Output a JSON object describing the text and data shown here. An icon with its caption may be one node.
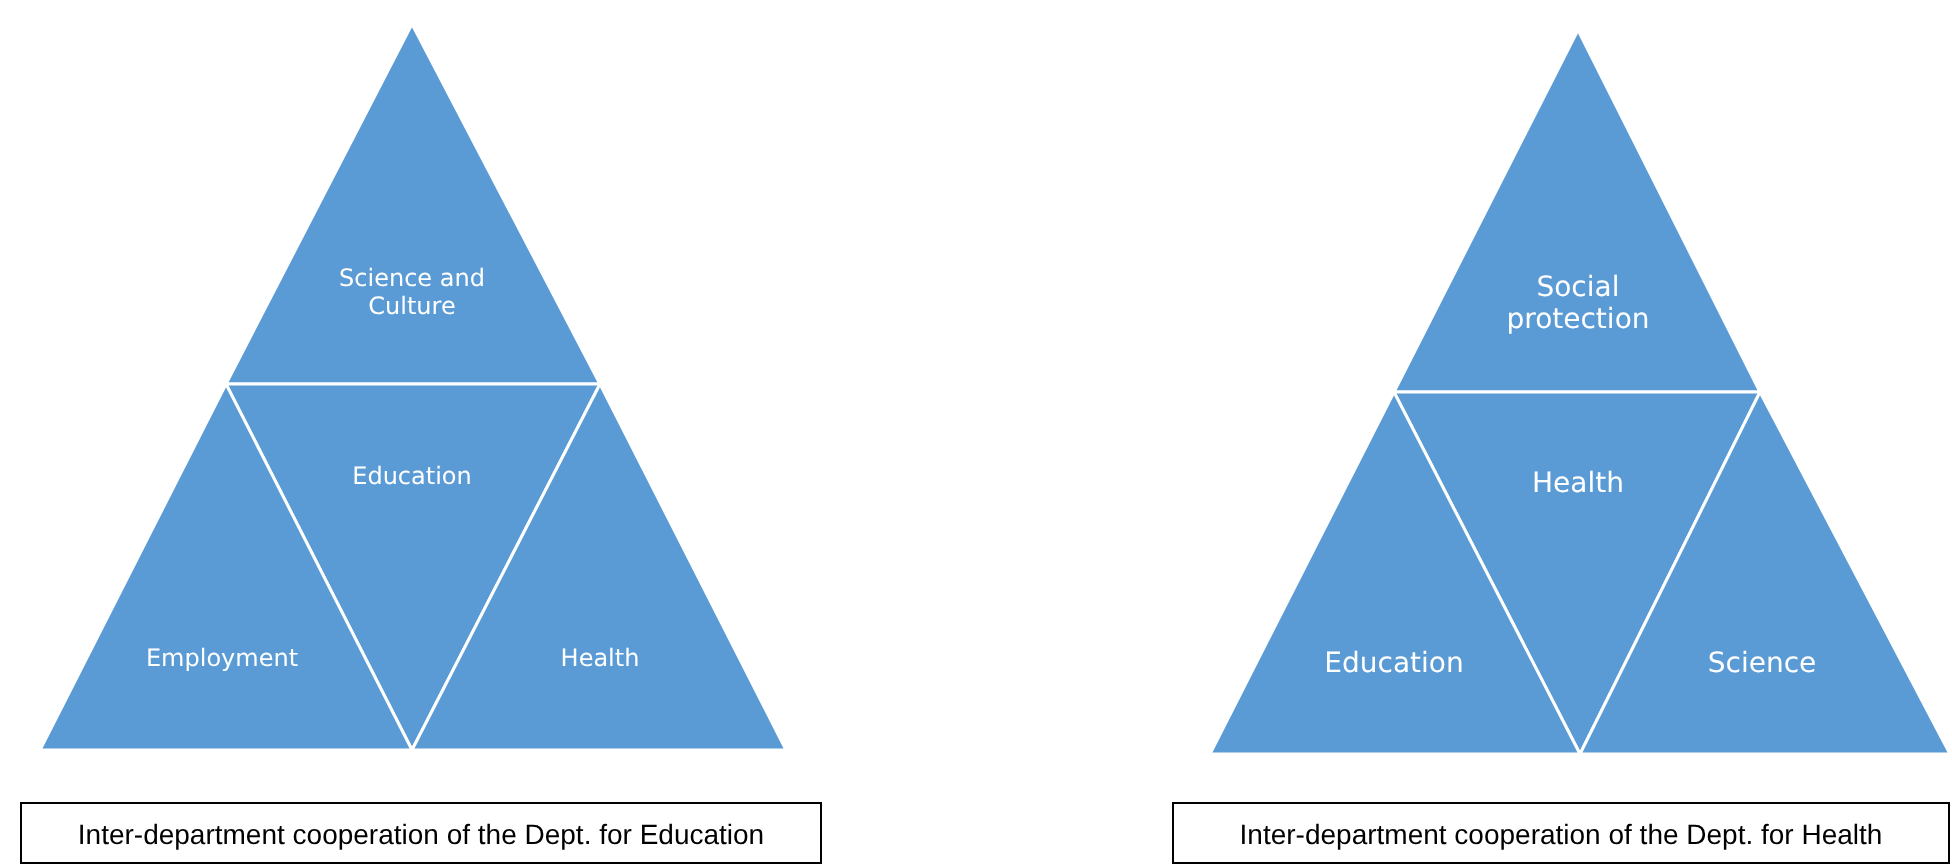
{
  "diagram": {
    "nodes": [
      {
        "text": [
          "Science and Culture"
        ]
      },
      {
        "text": [
          "Education"
        ]
      },
      {
        "text": [
          "Employment"
        ]
      },
      {
        "text": [
          "Health"
        ]
      },
      {
        "text": [
          "Inter-department cooperation of the Dept. for Education"
        ]
      },
      {
        "text": [
          "Social protection"
        ]
      },
      {
        "text": [
          "Health"
        ]
      },
      {
        "text": [
          "Education"
        ]
      },
      {
        "text": [
          "Science"
        ]
      },
      {
        "text": [
          "Inter-department cooperation of the Dept. for Health"
        ]
      }
    ]
  }
}
